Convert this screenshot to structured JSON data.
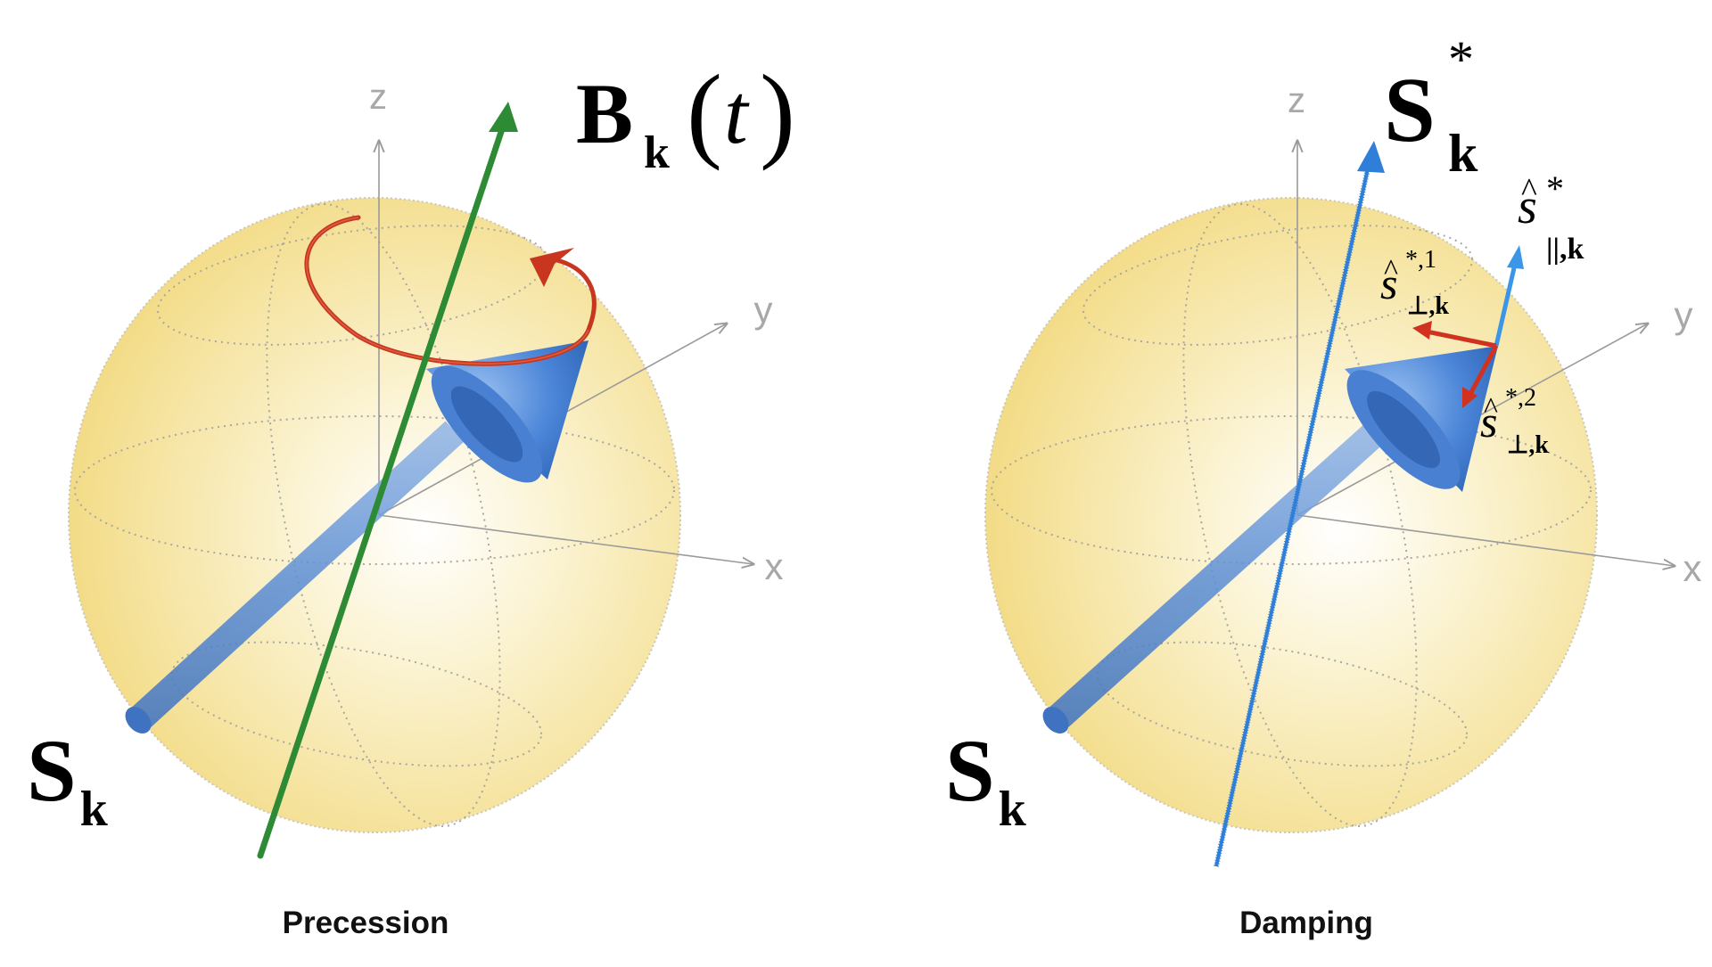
{
  "panels": {
    "left": {
      "caption": "Precession",
      "axis_labels": {
        "x": "x",
        "y": "y",
        "z": "z"
      },
      "spin_label": {
        "base": "S",
        "sub": "k"
      },
      "field_label": {
        "base": "B",
        "sub": "k",
        "lparen": "(",
        "arg": "t",
        "rparen": ")"
      }
    },
    "right": {
      "caption": "Damping",
      "axis_labels": {
        "x": "x",
        "y": "y",
        "z": "z"
      },
      "spin_label": {
        "base": "S",
        "sub": "k"
      },
      "target_label": {
        "base": "S",
        "sub": "k",
        "sup": "*"
      },
      "parallel_label": {
        "hat": "^",
        "base": "s",
        "sup": "*",
        "sub": "||,k"
      },
      "perp1_label": {
        "hat": "^",
        "base": "s",
        "sup": "*,1",
        "sub": "⊥,k"
      },
      "perp2_label": {
        "hat": "^",
        "base": "s",
        "sup": "*,2",
        "sub": "⊥,k"
      }
    }
  },
  "colors": {
    "sphere": "#f5dc86",
    "spin_arrow": "#4a86d9",
    "field_arrow": "#2e8b35",
    "precession_loop": "#c8361f",
    "target_arrow": "#2f7fd8",
    "parallel_vector": "#3b96e8",
    "perp_vector": "#d1311f",
    "axis": "#9a9a9a"
  }
}
